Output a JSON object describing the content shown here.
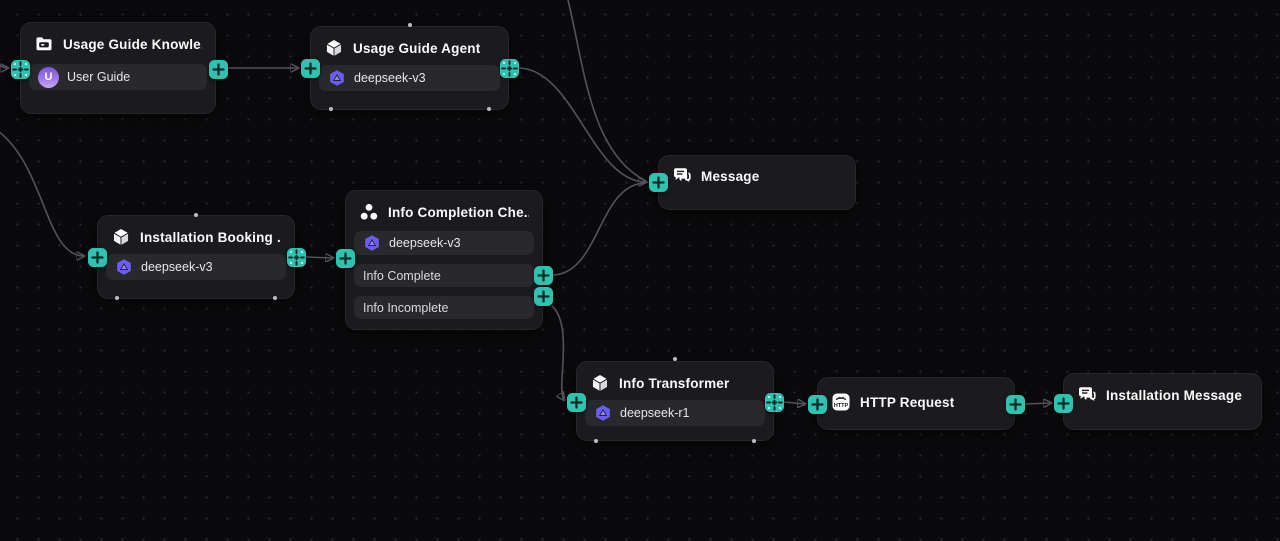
{
  "colors": {
    "canvas_background": "#0a0a0c",
    "node_background": "#1b1b1f",
    "row_background": "#28282d",
    "handle_teal": "#2fc2b1",
    "edge_gray": "#53535e",
    "arrow_purple": "#8d7bf7",
    "deepseek_purple": "#6a5ef2",
    "avatar_purple": "#9a6fe8"
  },
  "nodes": {
    "usage_guide_knowledge": {
      "title": "Usage Guide Knowle...",
      "icon": "knowledge-icon",
      "items": [
        {
          "label": "User Guide",
          "avatar_letter": "U"
        }
      ]
    },
    "usage_guide_agent": {
      "title": "Usage Guide Agent",
      "icon": "agent-cube-icon",
      "model": "deepseek-v3"
    },
    "installation_booking": {
      "title": "Installation Booking ...",
      "icon": "agent-cube-icon",
      "model": "deepseek-v3"
    },
    "info_completion": {
      "title": "Info Completion Che...",
      "icon": "classifier-icon",
      "model": "deepseek-v3",
      "branches": [
        "Info Complete",
        "Info Incomplete"
      ]
    },
    "message": {
      "title": "Message",
      "icon": "message-icon"
    },
    "info_transformer": {
      "title": "Info Transformer",
      "icon": "agent-cube-icon",
      "model": "deepseek-r1"
    },
    "http_request": {
      "title": "HTTP Request",
      "icon": "http-icon",
      "icon_label": "HTTP"
    },
    "installation_message": {
      "title": "Installation Message",
      "icon": "message-icon"
    }
  }
}
